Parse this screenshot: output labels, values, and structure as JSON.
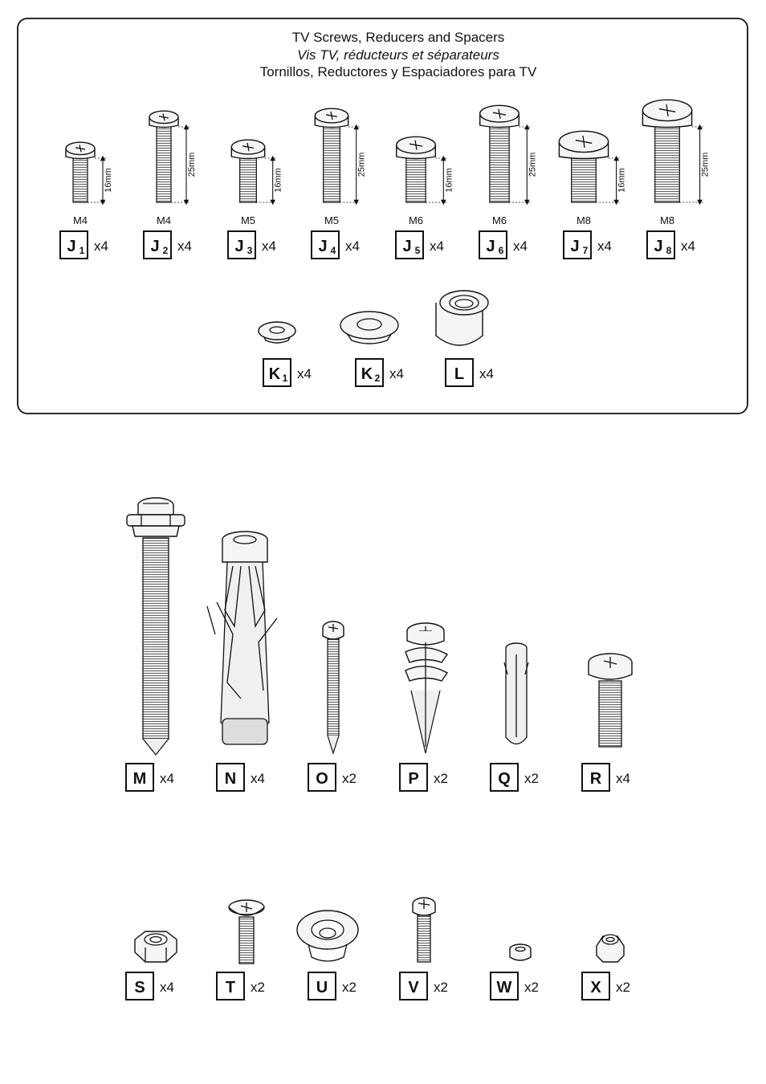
{
  "title": {
    "en": "TV Screws, Reducers and Spacers",
    "fr": "Vis TV, réducteurs et séparateurs",
    "es": "Tornillos, Reductores y Espaciadores para TV"
  },
  "tv_screws": [
    {
      "letter": "J",
      "sub": "1",
      "thread": "M4",
      "length": "16mm",
      "qty": "x4",
      "size": 1.0,
      "long": false
    },
    {
      "letter": "J",
      "sub": "2",
      "thread": "M4",
      "length": "25mm",
      "qty": "x4",
      "size": 1.0,
      "long": true
    },
    {
      "letter": "J",
      "sub": "3",
      "thread": "M5",
      "length": "16mm",
      "qty": "x4",
      "size": 1.15,
      "long": false
    },
    {
      "letter": "J",
      "sub": "4",
      "thread": "M5",
      "length": "25mm",
      "qty": "x4",
      "size": 1.15,
      "long": true
    },
    {
      "letter": "J",
      "sub": "5",
      "thread": "M6",
      "length": "16mm",
      "qty": "x4",
      "size": 1.35,
      "long": false
    },
    {
      "letter": "J",
      "sub": "6",
      "thread": "M6",
      "length": "25mm",
      "qty": "x4",
      "size": 1.35,
      "long": true
    },
    {
      "letter": "J",
      "sub": "7",
      "thread": "M8",
      "length": "16mm",
      "qty": "x4",
      "size": 1.7,
      "long": false
    },
    {
      "letter": "J",
      "sub": "8",
      "thread": "M8",
      "length": "25mm",
      "qty": "x4",
      "size": 1.7,
      "long": true
    }
  ],
  "spacers": [
    {
      "letter": "K",
      "sub": "1",
      "qty": "x4",
      "icon": "small-reducer-washer-icon"
    },
    {
      "letter": "K",
      "sub": "2",
      "qty": "x4",
      "icon": "large-reducer-washer-icon"
    },
    {
      "letter": "L",
      "sub": "",
      "qty": "x4",
      "icon": "spacer-icon"
    }
  ],
  "wall_hardware": [
    {
      "letter": "M",
      "qty": "x4",
      "icon": "lag-bolt-icon"
    },
    {
      "letter": "N",
      "qty": "x4",
      "icon": "toggle-anchor-icon"
    },
    {
      "letter": "O",
      "qty": "x2",
      "icon": "wood-screw-icon"
    },
    {
      "letter": "P",
      "qty": "x2",
      "icon": "drywall-anchor-icon"
    },
    {
      "letter": "Q",
      "qty": "x2",
      "icon": "plastic-anchor-icon"
    },
    {
      "letter": "R",
      "qty": "x4",
      "icon": "machine-screw-icon"
    }
  ],
  "small_hardware": [
    {
      "letter": "S",
      "qty": "x4",
      "icon": "hex-nut-icon"
    },
    {
      "letter": "T",
      "qty": "x2",
      "icon": "flat-head-screw-icon"
    },
    {
      "letter": "U",
      "qty": "x2",
      "icon": "cup-washer-icon"
    },
    {
      "letter": "V",
      "qty": "x2",
      "icon": "pan-head-screw-icon"
    },
    {
      "letter": "W",
      "qty": "x2",
      "icon": "small-washer-icon"
    },
    {
      "letter": "X",
      "qty": "x2",
      "icon": "lock-nut-icon"
    }
  ]
}
